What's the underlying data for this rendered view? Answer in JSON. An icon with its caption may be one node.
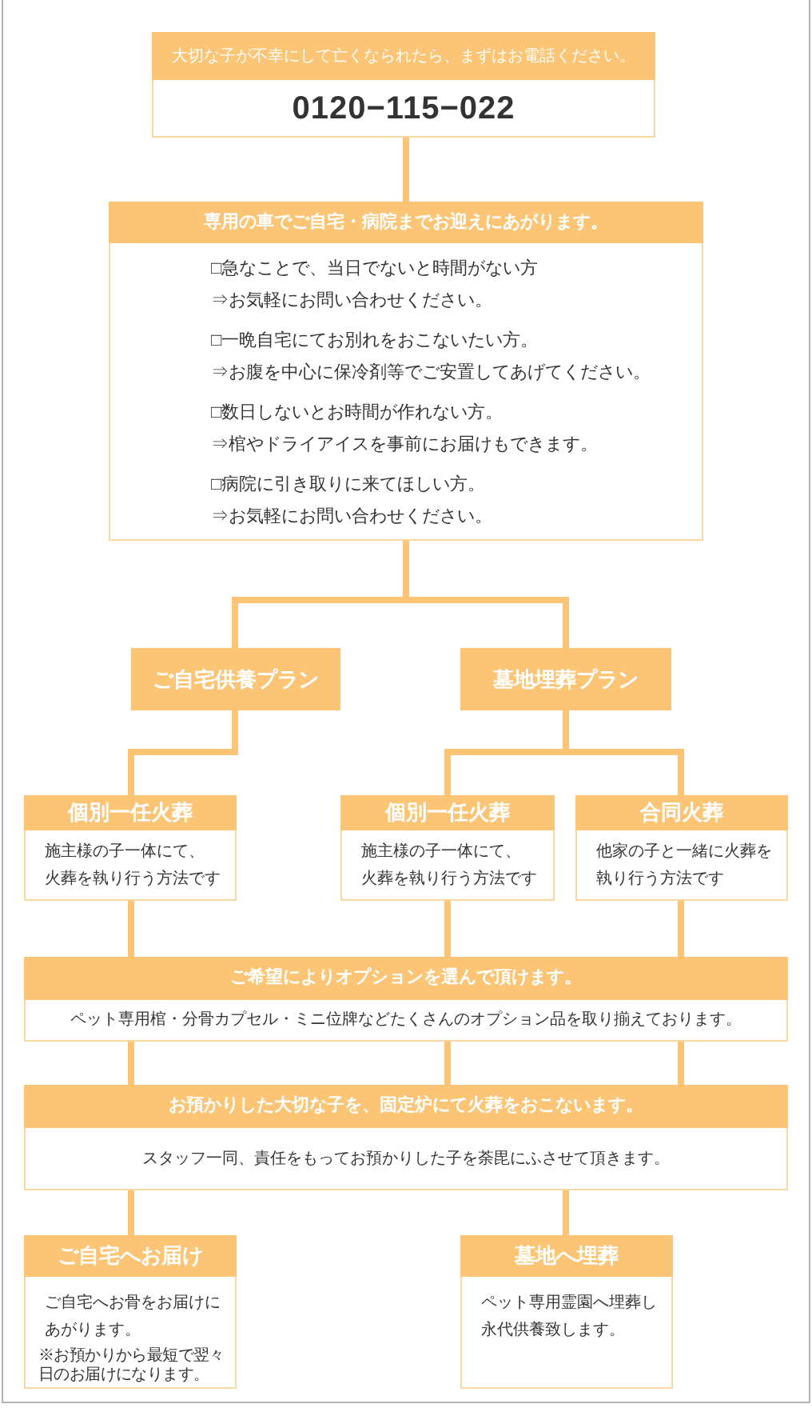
{
  "diagram": {
    "nodes": [
      {
        "text": [
          "大切な子が不幸にして亡くなられたら、まずはお電話ください。",
          "0120−115−022"
        ]
      },
      {
        "text": [
          "専用の車でご自宅・病院までお迎えにあがります。",
          "□急なことで、当日でないと時間がない方",
          "⇒お気軽にお問い合わせください。",
          "□一晩自宅にてお別れをおこないたい方。",
          "⇒お腹を中心に保冷剤等でご安置してあげてください。",
          "□数日しないとお時間が作れない方。",
          "⇒棺やドライアイスを事前にお届けもできます。",
          "□病院に引き取りに来てほしい方。",
          "⇒お気軽にお問い合わせください。"
        ]
      },
      {
        "text": [
          "ご自宅供養プラン"
        ]
      },
      {
        "text": [
          "墓地埋葬プラン"
        ]
      },
      {
        "text": [
          "個別一任火葬",
          "施主様の子一体にて、火葬を執り行う方法です"
        ]
      },
      {
        "text": [
          "個別一任火葬",
          "施主様の子一体にて、火葬を執り行う方法です"
        ]
      },
      {
        "text": [
          "合同火葬",
          "他家の子と一緒に火葬を執り行う方法です"
        ]
      },
      {
        "text": [
          "ご希望によりオプションを選んで頂けます。",
          "ペット専用棺・分骨カプセル・ミニ位牌などたくさんのオプション品を取り揃えております。"
        ]
      },
      {
        "text": [
          "お預かりした大切な子を、固定炉にて火葬をおこないます。",
          "スタッフ一同、責任をもってお預かりした子を荼毘にふさせて頂きます。"
        ]
      },
      {
        "text": [
          "ご自宅へお届け",
          "ご自宅へお骨をお届けにあがります。",
          "※お預かりから最短で翌々日のお届けになります。"
        ]
      },
      {
        "text": [
          "墓地へ埋葬",
          "ペット専用霊園へ埋葬し永代供養致します。"
        ]
      }
    ],
    "edges": [
      {
        "from": 0,
        "to": 1,
        "arrow": "none"
      },
      {
        "from": 1,
        "to": 2,
        "arrow": "none"
      },
      {
        "from": 1,
        "to": 3,
        "arrow": "none"
      },
      {
        "from": 2,
        "to": 4,
        "arrow": "none"
      },
      {
        "from": 3,
        "to": 5,
        "arrow": "none"
      },
      {
        "from": 3,
        "to": 6,
        "arrow": "none"
      },
      {
        "from": 4,
        "to": 7,
        "arrow": "none"
      },
      {
        "from": 5,
        "to": 7,
        "arrow": "none"
      },
      {
        "from": 6,
        "to": 7,
        "arrow": "none"
      },
      {
        "from": 7,
        "to": 8,
        "arrow": "none"
      },
      {
        "from": 7,
        "to": 8,
        "arrow": "none"
      },
      {
        "from": 7,
        "to": 8,
        "arrow": "none"
      },
      {
        "from": 8,
        "to": 9,
        "arrow": "none"
      },
      {
        "from": 8,
        "to": 10,
        "arrow": "none"
      }
    ]
  }
}
